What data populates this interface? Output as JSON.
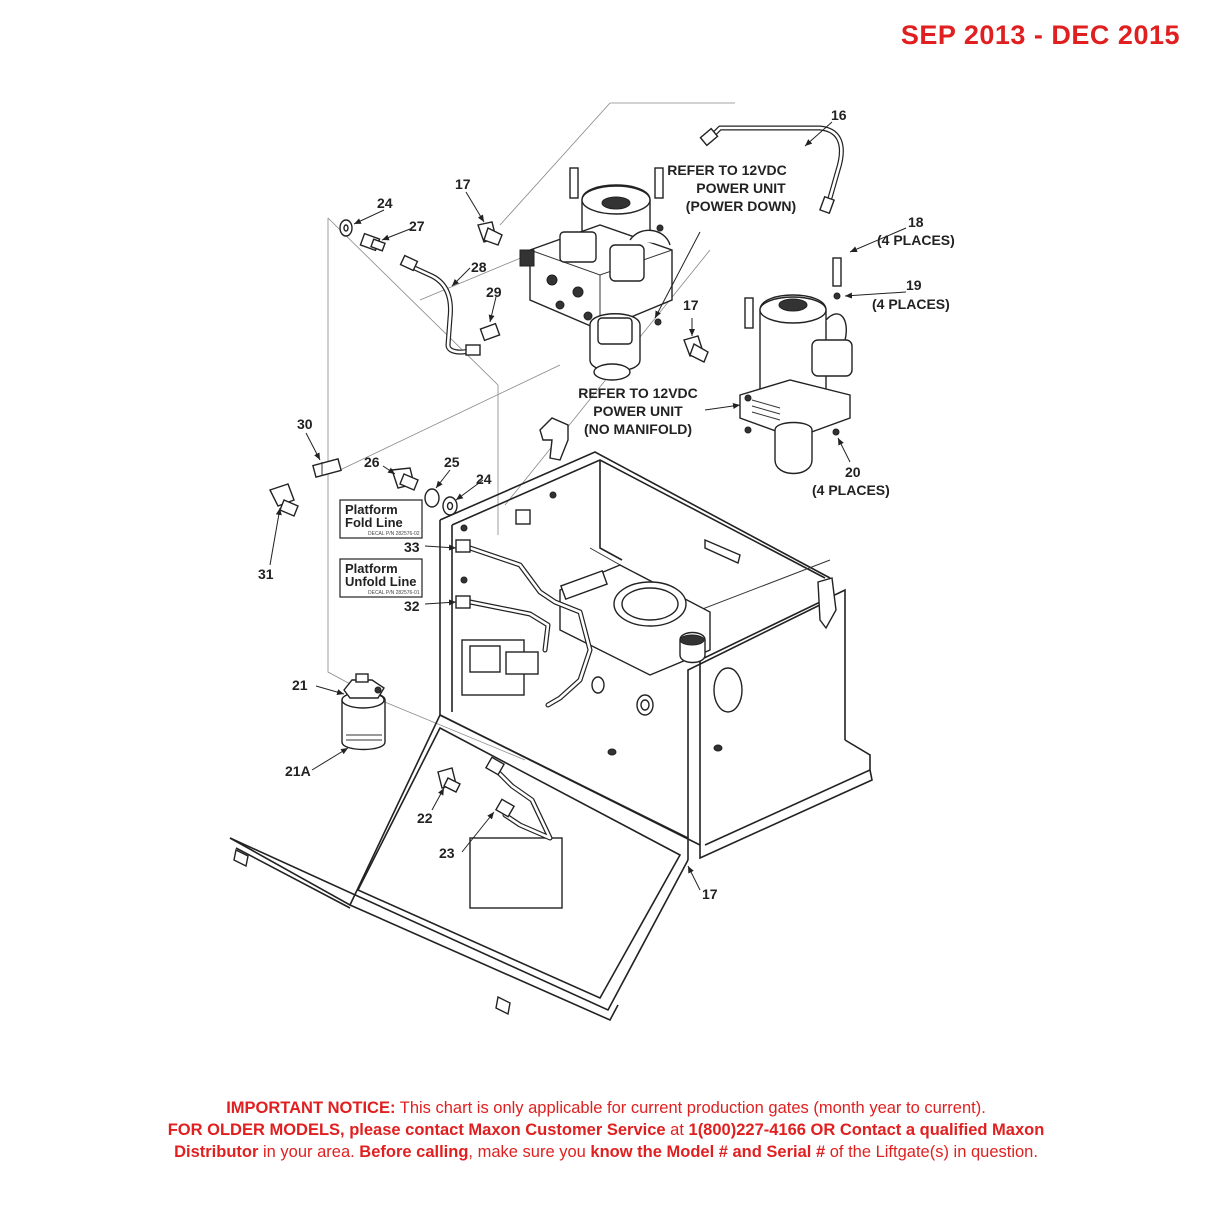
{
  "header": {
    "date_range": "SEP 2013 - DEC 2015"
  },
  "callouts": {
    "c16": "16",
    "c17a": "17",
    "c17b": "17",
    "c17c": "17",
    "c18": "18",
    "c18_note": "(4 PLACES)",
    "c19": "19",
    "c19_note": "(4 PLACES)",
    "c20": "20",
    "c20_note": "(4 PLACES)",
    "c21": "21",
    "c21a": "21A",
    "c22": "22",
    "c23": "23",
    "c24a": "24",
    "c24b": "24",
    "c25": "25",
    "c26": "26",
    "c27": "27",
    "c28": "28",
    "c29": "29",
    "c30": "30",
    "c31": "31",
    "c32": "32",
    "c33": "33"
  },
  "notes": {
    "power_down": [
      "REFER TO 12VDC",
      "POWER UNIT",
      "(POWER DOWN)"
    ],
    "no_manifold": [
      "REFER TO 12VDC",
      "POWER UNIT",
      "(NO MANIFOLD)"
    ]
  },
  "decals": {
    "fold": {
      "line1": "Platform",
      "line2": "Fold Line",
      "small": "DECAL P/N 282576-02"
    },
    "unfold": {
      "line1": "Platform",
      "line2": "Unfold Line",
      "small": "DECAL P/N 282576-01"
    }
  },
  "notice": {
    "l1_bold": "IMPORTANT NOTICE:",
    "l1_rest": " This chart is only applicable for current production gates (month year to current).",
    "l2_bold_a": "FOR OLDER MODELS, please contact Maxon Customer Service",
    "l2_mid": " at ",
    "l2_bold_b": "1(800)227-4166 OR Contact a qualified Maxon",
    "l3_bold_a": "Distributor",
    "l3_mid_a": " in your area. ",
    "l3_bold_b": "Before calling",
    "l3_mid_b": ", make sure you ",
    "l3_bold_c": "know the Model # and Serial #",
    "l3_rest": " of the Liftgate(s) in question."
  }
}
